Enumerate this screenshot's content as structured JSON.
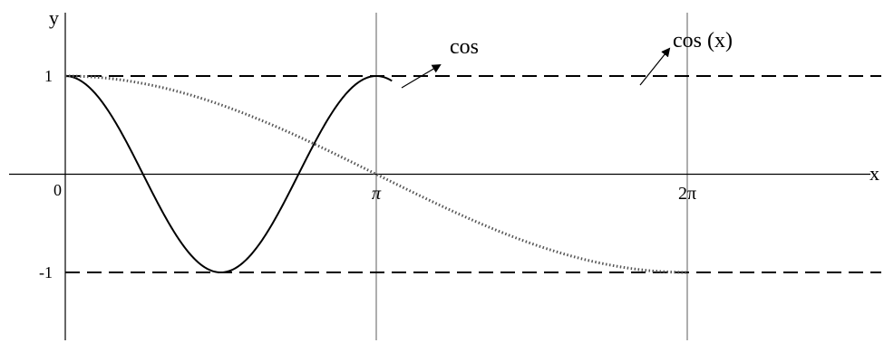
{
  "chart_data": {
    "type": "line",
    "x_tick_labels": [
      "π",
      "2π"
    ],
    "y_tick_labels": [
      "1",
      "0",
      "-1"
    ],
    "xlabel": "x",
    "ylabel": "y",
    "xlim": [
      -0.6,
      8.0
    ],
    "ylim": [
      -1.7,
      1.75
    ],
    "x_ticks": [
      3.14159,
      6.28319
    ],
    "y_ticks": [
      1,
      0,
      -1
    ],
    "series": [
      {
        "name": "cos",
        "function": "cos(2x)",
        "x_range": [
          0,
          3.3
        ],
        "style": "solid",
        "color": "#000000"
      },
      {
        "name": "cos (x)",
        "function": "cos(x/2)",
        "x_range": [
          0,
          6.28319
        ],
        "style": "dotted",
        "color": "#555555"
      }
    ],
    "reference_lines": [
      {
        "y": 1,
        "style": "dashed"
      },
      {
        "y": -1,
        "style": "dashed"
      }
    ],
    "vertical_lines": [
      3.14159,
      6.28319
    ],
    "annotations": [
      {
        "text": "cos",
        "points_to_series": 0
      },
      {
        "text": "cos (x)",
        "points_to_series": 1
      }
    ],
    "grid": false,
    "legend": "none"
  }
}
